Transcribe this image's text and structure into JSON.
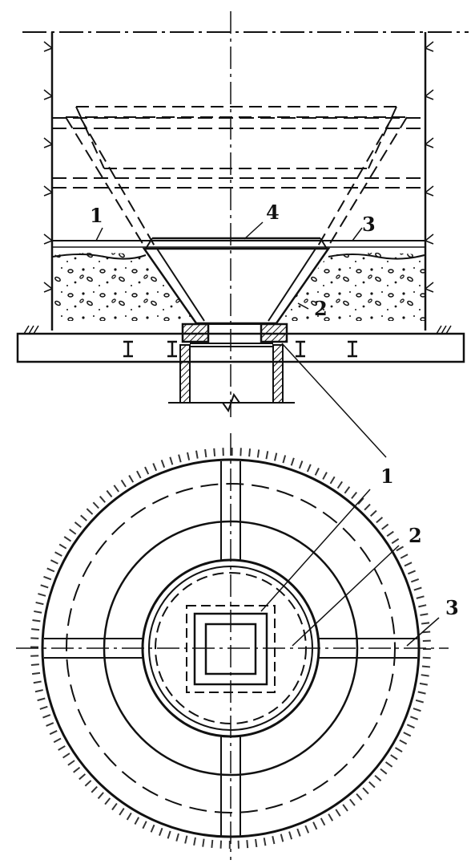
{
  "section_view": {
    "labels": [
      "1",
      "2",
      "3",
      "4"
    ]
  },
  "plan_view": {
    "labels": [
      "1",
      "2",
      "3"
    ]
  },
  "colors": {
    "ink": "#111111",
    "paper": "#ffffff"
  }
}
